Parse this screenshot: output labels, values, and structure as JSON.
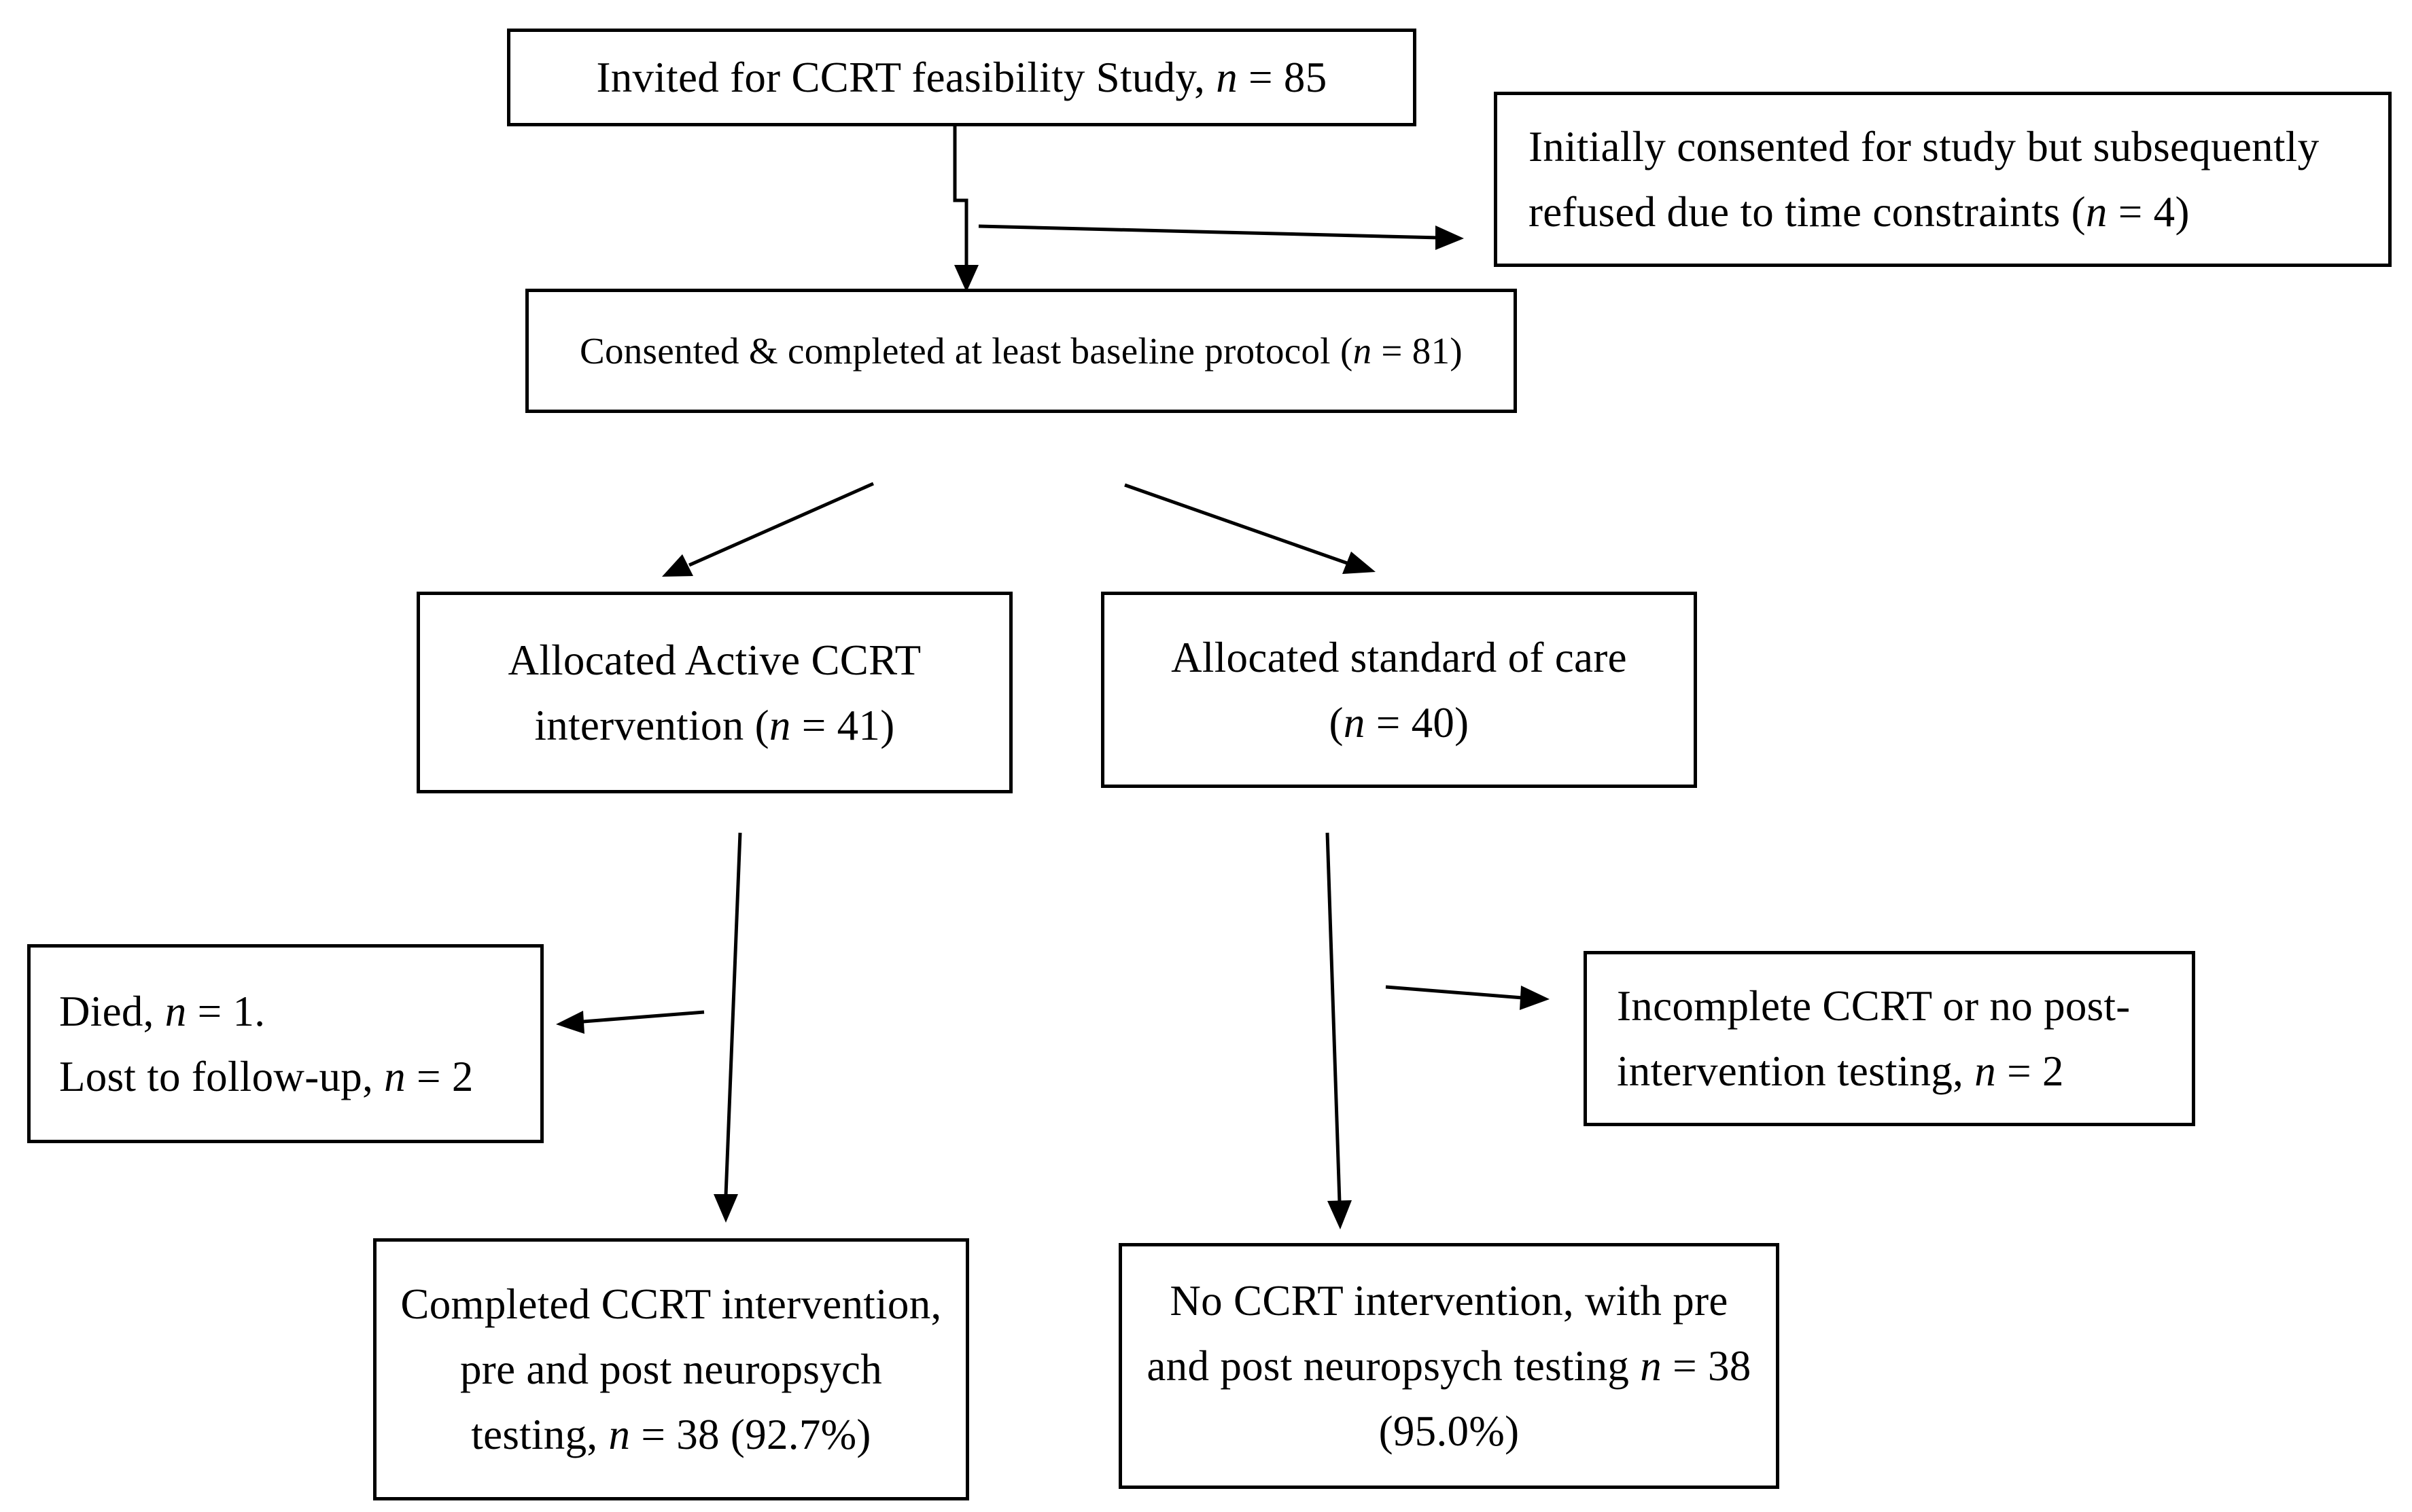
{
  "diagram": {
    "invited": {
      "label": "Invited for CCRT feasibility Study, ",
      "n_symbol": "n",
      "n_value": " = 85"
    },
    "refused": {
      "line1": "Initially consented for study but subsequently",
      "line2_prefix": "refused due to time constraints (",
      "n_symbol": "n",
      "line2_suffix": " = 4)"
    },
    "consented": {
      "prefix": "Consented & completed at least baseline protocol (",
      "n_symbol": "n",
      "suffix": " = 81)"
    },
    "active": {
      "line1": "Allocated Active CCRT",
      "line2_prefix": "intervention (",
      "n_symbol": "n",
      "line2_suffix": " = 41)"
    },
    "standard": {
      "line1": "Allocated standard of care",
      "line2_prefix": "(",
      "n_symbol": "n",
      "line2_suffix": " = 40)"
    },
    "died": {
      "line1_prefix": "Died, ",
      "line1_n": "n",
      "line1_suffix": " = 1.",
      "line2_prefix": "Lost to follow-up, ",
      "line2_n": "n",
      "line2_suffix": " = 2"
    },
    "incomplete": {
      "line1": "Incomplete CCRT or no post-",
      "line2_prefix": "intervention testing, ",
      "n_symbol": "n",
      "line2_suffix": " = 2"
    },
    "completed_active": {
      "line1": "Completed CCRT intervention,",
      "line2": "pre and post neuropsych",
      "line3_prefix": "testing, ",
      "n_symbol": "n",
      "line3_suffix": " = 38 (92.7%)"
    },
    "completed_standard": {
      "line1": "No CCRT intervention, with pre",
      "line2_prefix": "and post neuropsych testing ",
      "n_symbol": "n",
      "line2_suffix": " = 38",
      "line3": "(95.0%)"
    }
  }
}
